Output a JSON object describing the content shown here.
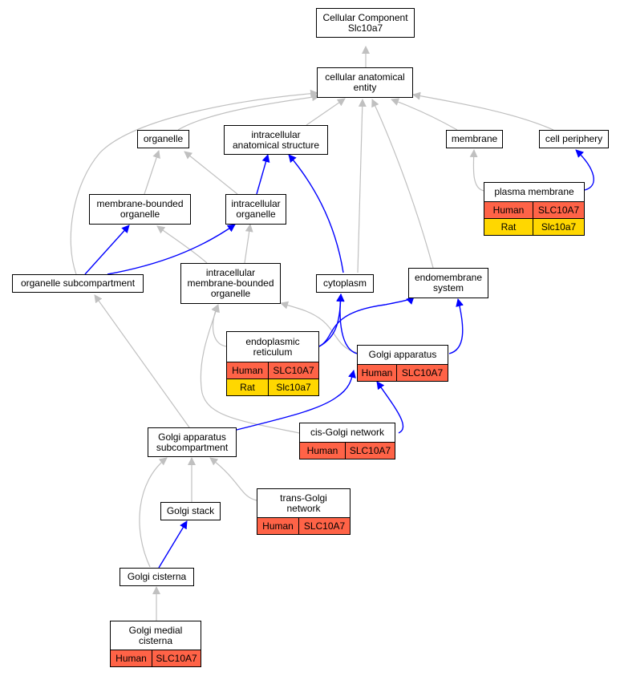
{
  "colors": {
    "edge_gray": "#c0c0c0",
    "edge_blue": "#0000ff",
    "human_fill": "#ff6347",
    "rat_fill": "#ffd700"
  },
  "nodes": {
    "root": {
      "lines": [
        "Cellular Component",
        "Slc10a7"
      ]
    },
    "cae": {
      "lines": [
        "cellular anatomical",
        "entity"
      ]
    },
    "organelle": {
      "lines": [
        "organelle"
      ]
    },
    "ias": {
      "lines": [
        "intracellular",
        "anatomical structure"
      ]
    },
    "membrane": {
      "lines": [
        "membrane"
      ]
    },
    "cellperiph": {
      "lines": [
        "cell periphery"
      ]
    },
    "mbo": {
      "lines": [
        "membrane-bounded",
        "organelle"
      ]
    },
    "io": {
      "lines": [
        "intracellular",
        "organelle"
      ]
    },
    "pm": {
      "lines": [
        "plasma membrane"
      ],
      "rows": [
        [
          "Human",
          "SLC10A7"
        ],
        [
          "Rat",
          "Slc10a7"
        ]
      ]
    },
    "osc": {
      "lines": [
        "organelle subcompartment"
      ]
    },
    "imbo": {
      "lines": [
        "intracellular",
        "membrane-bounded",
        "organelle"
      ]
    },
    "cyto": {
      "lines": [
        "cytoplasm"
      ]
    },
    "endo": {
      "lines": [
        "endomembrane",
        "system"
      ]
    },
    "er": {
      "lines": [
        "endoplasmic",
        "reticulum"
      ],
      "rows": [
        [
          "Human",
          "SLC10A7"
        ],
        [
          "Rat",
          "Slc10a7"
        ]
      ]
    },
    "golgi": {
      "lines": [
        "Golgi apparatus"
      ],
      "rows": [
        [
          "Human",
          "SLC10A7"
        ]
      ]
    },
    "cisgolgi": {
      "lines": [
        "cis-Golgi network"
      ],
      "rows": [
        [
          "Human",
          "SLC10A7"
        ]
      ]
    },
    "gasc": {
      "lines": [
        "Golgi apparatus",
        "subcompartment"
      ]
    },
    "transgolgi": {
      "lines": [
        "trans-Golgi",
        "network"
      ],
      "rows": [
        [
          "Human",
          "SLC10A7"
        ]
      ]
    },
    "stack": {
      "lines": [
        "Golgi stack"
      ]
    },
    "cisterna": {
      "lines": [
        "Golgi cisterna"
      ]
    },
    "medial": {
      "lines": [
        "Golgi medial",
        "cisterna"
      ],
      "rows": [
        [
          "Human",
          "SLC10A7"
        ]
      ]
    }
  }
}
